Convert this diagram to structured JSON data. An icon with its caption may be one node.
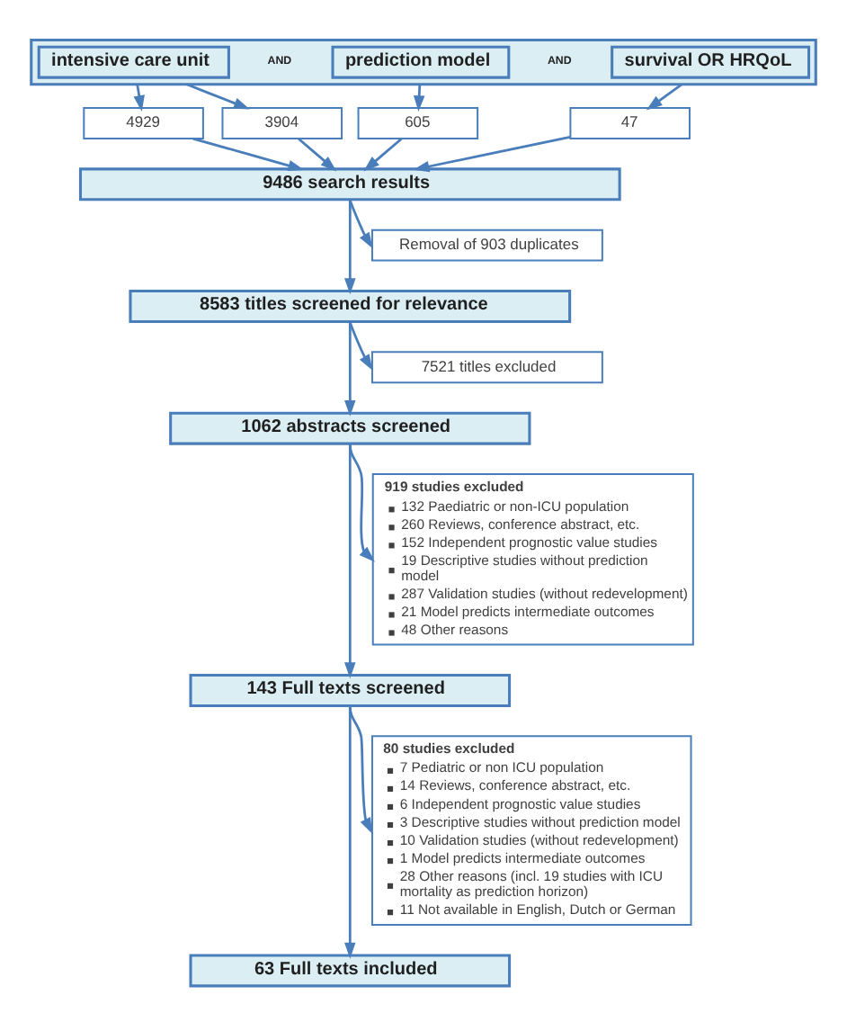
{
  "diagram": {
    "nodes": [
      {
        "text": [],
        "shape": "box"
      },
      {
        "text": [
          "intensive care unit"
        ],
        "in": 0
      },
      {
        "text": [
          "prediction model"
        ],
        "in": 0
      },
      {
        "text": [
          "survival OR HRQoL"
        ],
        "in": 0
      },
      {
        "text": [
          "4929"
        ]
      },
      {
        "text": [
          "3904"
        ]
      },
      {
        "text": [
          "605"
        ]
      },
      {
        "text": [
          "47"
        ]
      },
      {
        "text": [
          "9486 search results"
        ]
      },
      {
        "text": [
          "Removal of 903 duplicates"
        ]
      },
      {
        "text": [
          "8583 titles screened for relevance"
        ]
      },
      {
        "text": [
          "7521 titles excluded"
        ]
      },
      {
        "text": [
          "1062 abstracts screened"
        ]
      },
      {
        "text": [
          "919 studies excluded",
          "132 Paediatric or non-ICU population",
          "260 Reviews, conference abstract, etc.",
          "152 Independent prognostic value studies",
          "19 Descriptive studies without prediction model",
          "287 Validation studies (without redevelopment)",
          "21 Model predicts intermediate outcomes",
          "48 Other reasons"
        ]
      },
      {
        "text": [
          "143 Full texts screened"
        ]
      },
      {
        "text": [
          "80 studies excluded",
          "7 Pediatric or non ICU population",
          "14 Reviews, conference abstract, etc.",
          "6 Independent prognostic value studies",
          "3 Descriptive studies without prediction model",
          "10 Validation studies (without redevelopment)",
          "1 Model predicts intermediate outcomes",
          "28 Other reasons (incl. 19 studies with ICU mortality as prediction horizon)",
          "11 Not available in English, Dutch or German"
        ]
      },
      {
        "text": [
          "63 Full texts included"
        ]
      }
    ],
    "edges": [
      {
        "from": 0,
        "to": 4,
        "arrow": "to"
      },
      {
        "from": 0,
        "to": 5,
        "arrow": "to"
      },
      {
        "from": 0,
        "to": 6,
        "arrow": "to"
      },
      {
        "from": 0,
        "to": 7,
        "arrow": "to"
      },
      {
        "from": 4,
        "to": 8,
        "arrow": "to"
      },
      {
        "from": 5,
        "to": 8,
        "arrow": "to"
      },
      {
        "from": 6,
        "to": 8,
        "arrow": "to"
      },
      {
        "from": 7,
        "to": 8,
        "arrow": "to"
      },
      {
        "from": 8,
        "to": 9,
        "arrow": "to"
      },
      {
        "from": 8,
        "to": 10,
        "arrow": "to"
      },
      {
        "from": 10,
        "to": 11,
        "arrow": "to"
      },
      {
        "from": 10,
        "to": 12,
        "arrow": "to"
      },
      {
        "from": 12,
        "to": 13,
        "arrow": "to"
      },
      {
        "from": 12,
        "to": 14,
        "arrow": "to"
      },
      {
        "from": 14,
        "to": 15,
        "arrow": "to"
      },
      {
        "from": 14,
        "to": 16,
        "arrow": "to"
      }
    ],
    "labels": [
      "AND",
      "AND"
    ]
  }
}
